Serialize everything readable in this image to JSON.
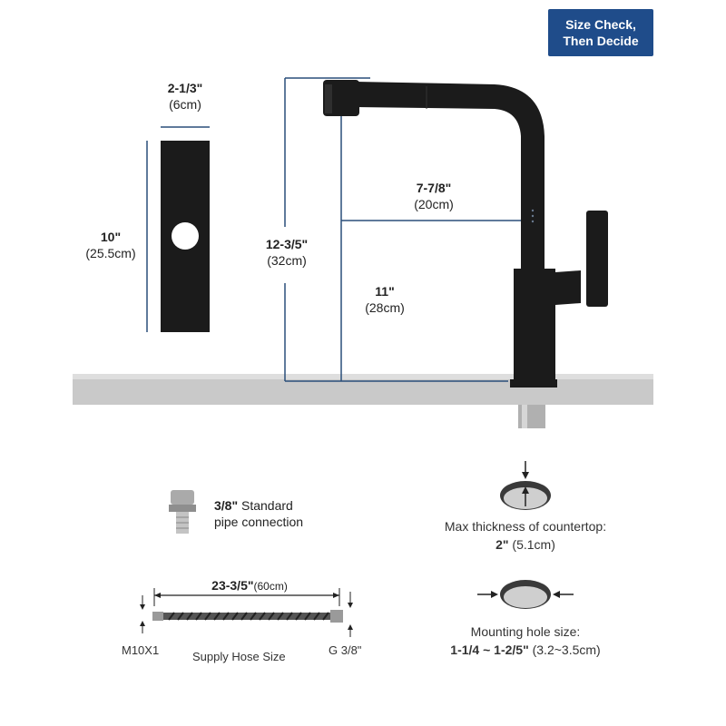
{
  "badge": {
    "line1": "Size Check,",
    "line2": "Then Decide"
  },
  "plate": {
    "width_in": "2-1/3\"",
    "width_cm": "(6cm)",
    "height_in": "10\"",
    "height_cm": "(25.5cm)"
  },
  "faucet": {
    "height_in": "12-3/5\"",
    "height_cm": "(32cm)",
    "reach_in": "7-7/8\"",
    "reach_cm": "(20cm)",
    "spout_in": "11\"",
    "spout_cm": "(28cm)"
  },
  "connector": {
    "size": "3/8\"",
    "text1": " Standard",
    "text2": "pipe connection"
  },
  "hose": {
    "length": "23-3/5\"",
    "length_cm": "(60cm)",
    "left_label": "M10X1",
    "center_label": "Supply Hose Size",
    "right_label": "G 3/8\""
  },
  "countertop": {
    "label": "Max thickness of countertop:",
    "value": "2\"",
    "value_cm": " (5.1cm)"
  },
  "mounting": {
    "label": "Mounting hole size:",
    "value": "1-1/4 ~ 1-2/5\"",
    "value_cm": " (3.2~3.5cm)"
  },
  "colors": {
    "accent": "#1f4c8a",
    "dimension_line": "#2a4f7a",
    "faucet": "#1b1b1b",
    "counter": "#c9c9c9"
  }
}
